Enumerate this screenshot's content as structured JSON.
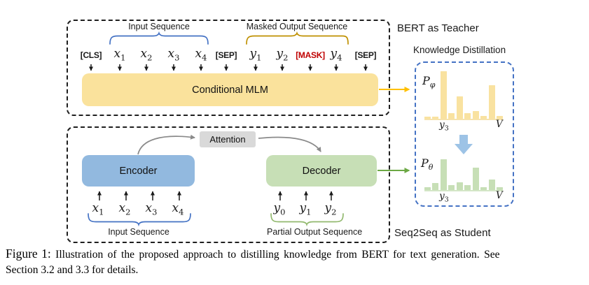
{
  "teacher": {
    "title": "BERT as Teacher",
    "input_sequence_label": "Input Sequence",
    "masked_output_label": "Masked Output Sequence",
    "model_label": "Conditional MLM",
    "tokens": [
      {
        "text": "[CLS]"
      },
      {
        "base": "x",
        "sub": "1"
      },
      {
        "base": "x",
        "sub": "2"
      },
      {
        "base": "x",
        "sub": "3"
      },
      {
        "base": "x",
        "sub": "4"
      },
      {
        "text": "[SEP]"
      },
      {
        "base": "y",
        "sub": "1"
      },
      {
        "base": "y",
        "sub": "2"
      },
      {
        "text": "[MASK]"
      },
      {
        "base": "y",
        "sub": "4"
      },
      {
        "text": "[SEP]"
      }
    ]
  },
  "student": {
    "title": "Seq2Seq as Student",
    "attention_label": "Attention",
    "encoder_label": "Encoder",
    "decoder_label": "Decoder",
    "input_sequence_label": "Input Sequence",
    "partial_output_label": "Partial Output Sequence",
    "encoder_tokens": [
      {
        "base": "x",
        "sub": "1"
      },
      {
        "base": "x",
        "sub": "2"
      },
      {
        "base": "x",
        "sub": "3"
      },
      {
        "base": "x",
        "sub": "4"
      }
    ],
    "decoder_tokens": [
      {
        "base": "y",
        "sub": "0"
      },
      {
        "base": "y",
        "sub": "1"
      },
      {
        "base": "y",
        "sub": "2"
      }
    ]
  },
  "distillation": {
    "title": "Knowledge Distillation",
    "teacher_dist": {
      "base": "P",
      "sub": "φ"
    },
    "student_dist": {
      "base": "P",
      "sub": "θ"
    },
    "tick": {
      "base": "y",
      "sub": "3"
    },
    "vocab_label": "V"
  },
  "caption": {
    "label": "Figure 1:",
    "line1": "Illustration of the proposed approach to distilling knowledge from BERT for text generation. See",
    "line2": "Section 3.2 and 3.3 for details."
  },
  "colors": {
    "mlm_yellow": "#FAE29C",
    "encoder_blue": "#92B9DF",
    "decoder_green": "#C7DFB6",
    "attention_gray": "#D9D9D9",
    "kd_border_blue": "#4472C4",
    "mask_red": "#C00000",
    "distill_arrow_yellow": "#FFC000",
    "distill_arrow_green": "#6CA844",
    "fat_arrow_blue": "#9DC3E6",
    "brace_blue": "#4472C4",
    "brace_olive": "#BF9000",
    "brace_green": "#92B96E"
  },
  "chart_data": [
    {
      "type": "bar",
      "name": "teacher output distribution P_phi",
      "x_axis": "vocabulary (labeled tick: y3, axis end label: V)",
      "values": [
        0.04,
        0.04,
        1.0,
        0.12,
        0.47,
        0.12,
        0.16,
        0.06,
        0.71,
        0.06
      ],
      "ylim": [
        0,
        1
      ],
      "color": "#F9E2A0"
    },
    {
      "type": "bar",
      "name": "student output distribution P_theta",
      "x_axis": "vocabulary (labeled tick: y3, axis end label: V)",
      "values": [
        0.09,
        0.23,
        1.0,
        0.16,
        0.25,
        0.16,
        0.73,
        0.09,
        0.34,
        0.09
      ],
      "ylim": [
        0,
        1
      ],
      "color": "#C7DFB6"
    }
  ]
}
